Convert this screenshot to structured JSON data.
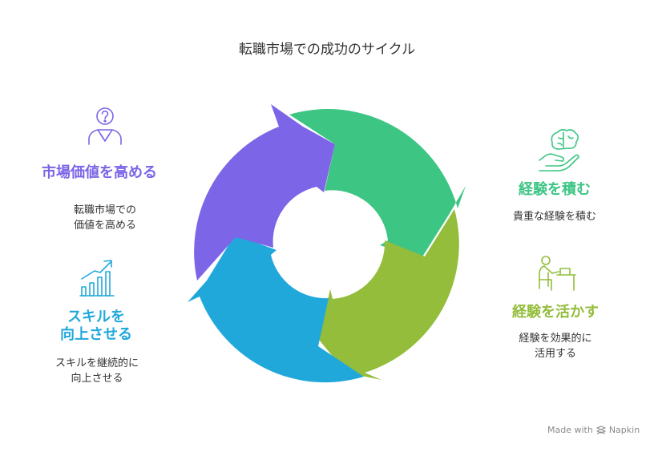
{
  "title": "転職市場での成功のサイクル",
  "colors": {
    "green": "#3dc584",
    "olive": "#93bd3a",
    "blue": "#21a8db",
    "purple": "#7c65e6"
  },
  "stages": [
    {
      "id": "market-value",
      "heading": "市場価値を高める",
      "desc_lines": [
        "転職市場での",
        "価値を高める"
      ],
      "color": "#7c65e6",
      "icon": "person-question-icon"
    },
    {
      "id": "gain-experience",
      "heading": "経験を積む",
      "desc_lines": [
        "貴重な経験を積む"
      ],
      "color": "#3dc584",
      "icon": "brain-hand-icon"
    },
    {
      "id": "use-experience",
      "heading": "経験を活かす",
      "desc_lines": [
        "経験を効果的に",
        "活用する"
      ],
      "color": "#93bd3a",
      "icon": "person-desk-icon"
    },
    {
      "id": "improve-skills",
      "heading_lines": [
        "スキルを",
        "向上させる"
      ],
      "desc_lines": [
        "スキルを継続的に",
        "向上させる"
      ],
      "color": "#21a8db",
      "icon": "growth-chart-icon"
    }
  ],
  "footer": "Made with",
  "footer_brand": "Napkin"
}
